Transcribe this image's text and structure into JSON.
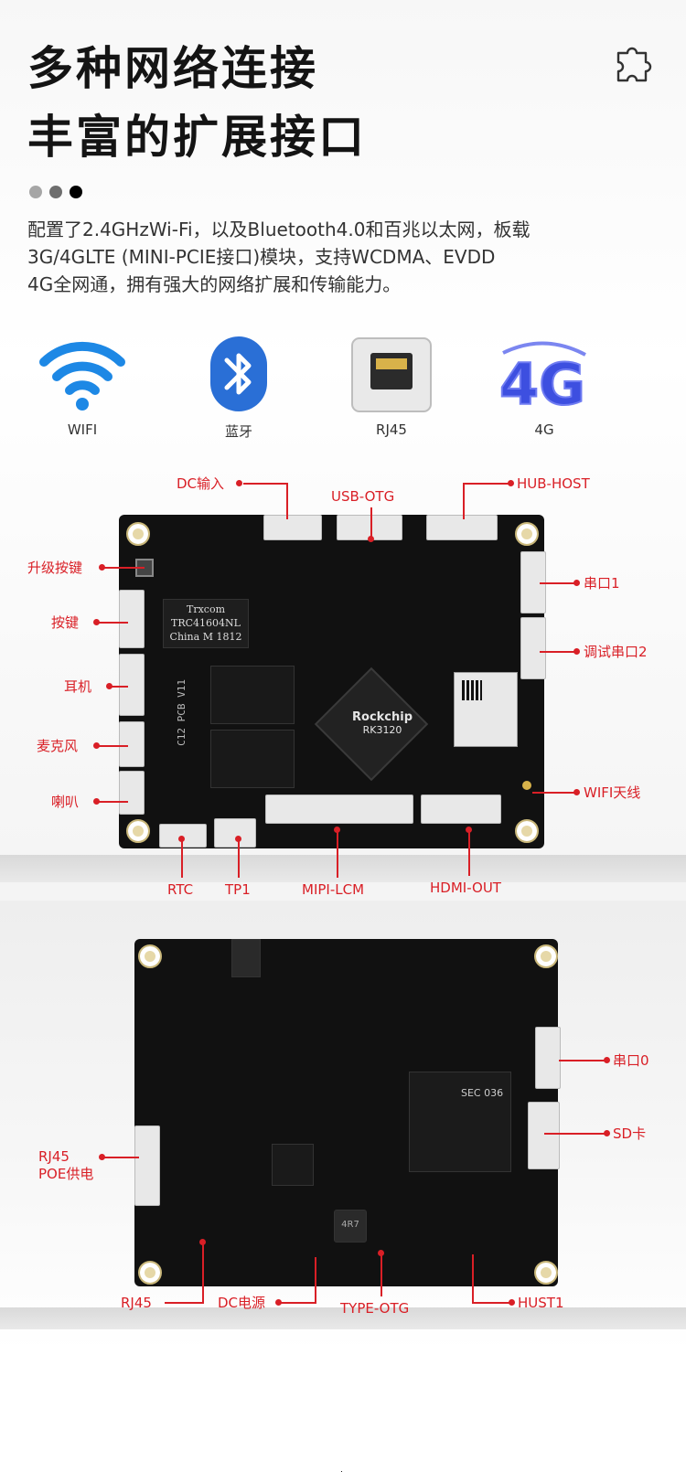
{
  "heading": {
    "line1": "多种网络连接",
    "line2": "丰富的扩展接口"
  },
  "dots": [
    "#a6a6a6",
    "#6e6e6e",
    "#000000"
  ],
  "description": [
    "配置了2.4GHzWi-Fi，以及Bluetooth4.0和百兆以太网，板载",
    "3G/4GLTE (MINI-PCIE接口)模块，支持WCDMA、EVDD",
    "4G全网通，拥有强大的网络扩展和传输能力。"
  ],
  "features": [
    {
      "label": "WIFI",
      "icon": "wifi-icon"
    },
    {
      "label": "蓝牙",
      "icon": "bluetooth-icon"
    },
    {
      "label": "RJ45",
      "icon": "rj45-icon"
    },
    {
      "label": "4G",
      "icon": "4g-icon"
    }
  ],
  "board_top": {
    "chip_labels": {
      "trxcom1": "Trxcom",
      "trxcom2": "TRC41604NL",
      "trxcom3": "China M 1812",
      "rockchip": "Rockchip",
      "model": "RK3120",
      "pcb": "C12 PCB V11"
    },
    "labels": {
      "dc_in": "DC输入",
      "usb_otg": "USB-OTG",
      "hub_host": "HUB-HOST",
      "upgrade_key": "升级按键",
      "key": "按键",
      "earphone": "耳机",
      "mic": "麦克风",
      "speaker": "喇叭",
      "uart1": "串口1",
      "debug_uart2": "调试串口2",
      "wifi_antenna": "WIFI天线",
      "rtc": "RTC",
      "tp1": "TP1",
      "mipi_lcm": "MIPI-LCM",
      "hdmi_out": "HDMI-OUT"
    }
  },
  "board_bottom": {
    "chip_labels": {
      "r47": "4R7",
      "sec": "SEC 036"
    },
    "labels": {
      "uart0": "串口0",
      "sd_card": "SD卡",
      "rj45_poe_1": "RJ45",
      "rj45_poe_2": "POE供电",
      "rj45": "RJ45",
      "dc_power": "DC电源",
      "type_otg": "TYPE-OTG",
      "hust1": "HUST1"
    }
  },
  "colors": {
    "accent": "#d91f26",
    "title": "#141414",
    "bluetooth": "#2a6fd6",
    "wifi": "#1d88e5"
  }
}
